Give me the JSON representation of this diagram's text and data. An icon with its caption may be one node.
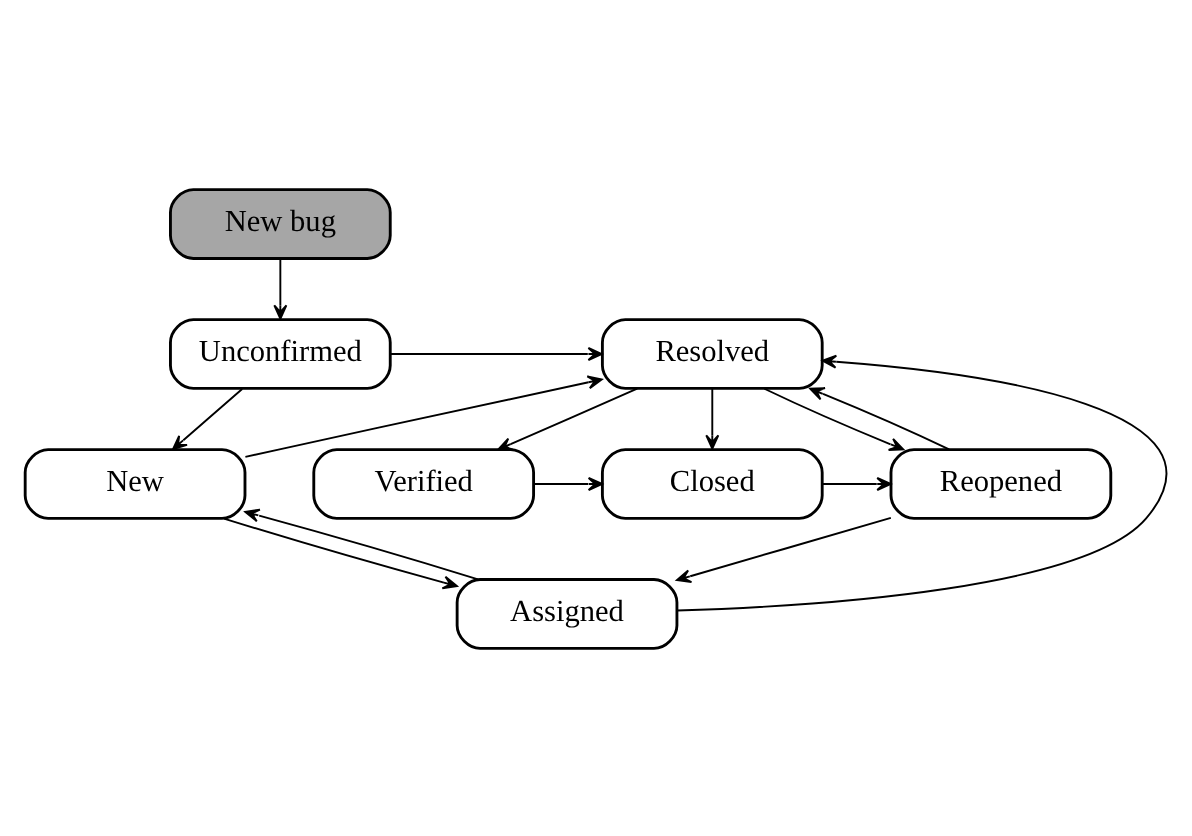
{
  "diagram": {
    "nodes": [
      {
        "text": [
          "New bug"
        ]
      },
      {
        "text": [
          "Unconfirmed"
        ]
      },
      {
        "text": [
          "Resolved"
        ]
      },
      {
        "text": [
          "New"
        ]
      },
      {
        "text": [
          "Assigned"
        ]
      },
      {
        "text": [
          "Reopened"
        ]
      },
      {
        "text": [
          "Closed"
        ]
      },
      {
        "text": [
          "Verified"
        ]
      }
    ],
    "edges": [
      {
        "from": 0,
        "to": 1,
        "arrow": "to"
      },
      {
        "from": 1,
        "to": 2,
        "arrow": "to"
      },
      {
        "from": 1,
        "to": 3,
        "arrow": "to"
      },
      {
        "from": 3,
        "to": 2,
        "arrow": "to"
      },
      {
        "from": 3,
        "to": 4,
        "arrow": "to"
      },
      {
        "from": 4,
        "to": 3,
        "arrow": "to"
      },
      {
        "from": 4,
        "to": 2,
        "arrow": "to"
      },
      {
        "from": 5,
        "to": 2,
        "arrow": "to"
      },
      {
        "from": 2,
        "to": 5,
        "arrow": "to"
      },
      {
        "from": 2,
        "to": 6,
        "arrow": "to"
      },
      {
        "from": 2,
        "to": 7,
        "arrow": "to"
      },
      {
        "from": 7,
        "to": 6,
        "arrow": "to"
      },
      {
        "from": 6,
        "to": 5,
        "arrow": "to"
      },
      {
        "from": 5,
        "to": 4,
        "arrow": "to"
      }
    ]
  }
}
